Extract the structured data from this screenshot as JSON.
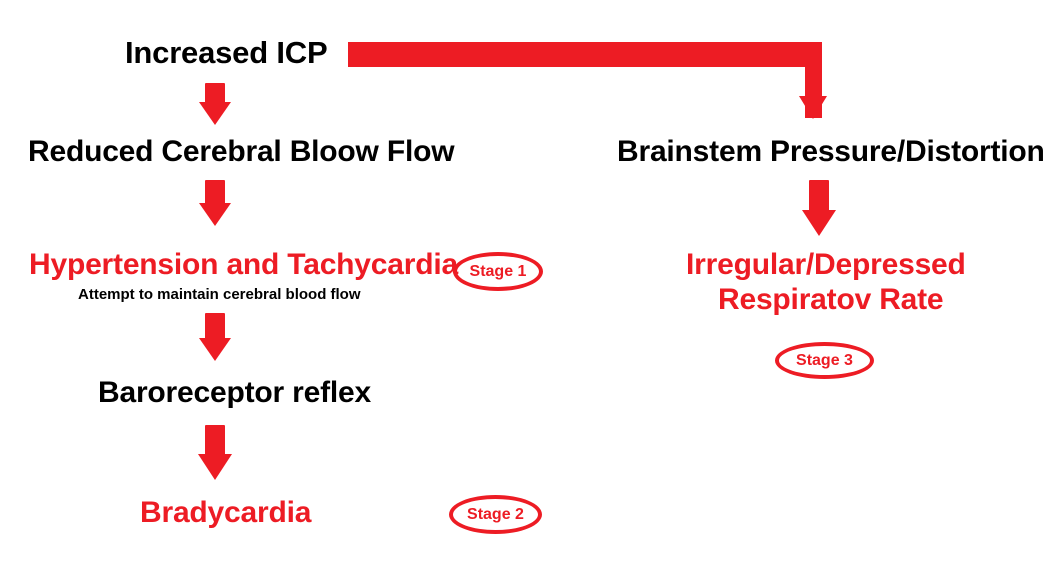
{
  "diagram": {
    "title": "Increased ICP cascade — Cushing reflex stages",
    "background_color": "#FFFFFF",
    "accent_color": "#ED1C24",
    "text_color": "#000000"
  },
  "nodes": {
    "increased_icp": "Increased ICP",
    "reduced_cerebral_blood_flow": "Reduced Cerebral Bloow Flow",
    "hypertension_tachycardia": "Hypertension and Tachycardia",
    "hypertension_note": "Attempt to maintain cerebral blood flow",
    "baroreceptor_reflex": "Baroreceptor reflex",
    "bradycardia": "Bradycardia",
    "brainstem_pressure": "Brainstem Pressure/Distortion",
    "respiratory_line1": "Irregular/Depressed",
    "respiratory_line2": "Respiratov Rate"
  },
  "stages": {
    "stage1": "Stage 1",
    "stage2": "Stage 2",
    "stage3": "Stage 3"
  },
  "connectors": {
    "icp_to_cbf": "down-arrow-icon",
    "cbf_to_hypertension": "down-arrow-icon",
    "hypertension_to_baroreceptor": "down-arrow-icon",
    "baroreceptor_to_bradycardia": "down-arrow-icon",
    "icp_to_brainstem": "elbow-right-down-arrow-icon",
    "brainstem_to_respiratory": "down-arrow-icon"
  }
}
